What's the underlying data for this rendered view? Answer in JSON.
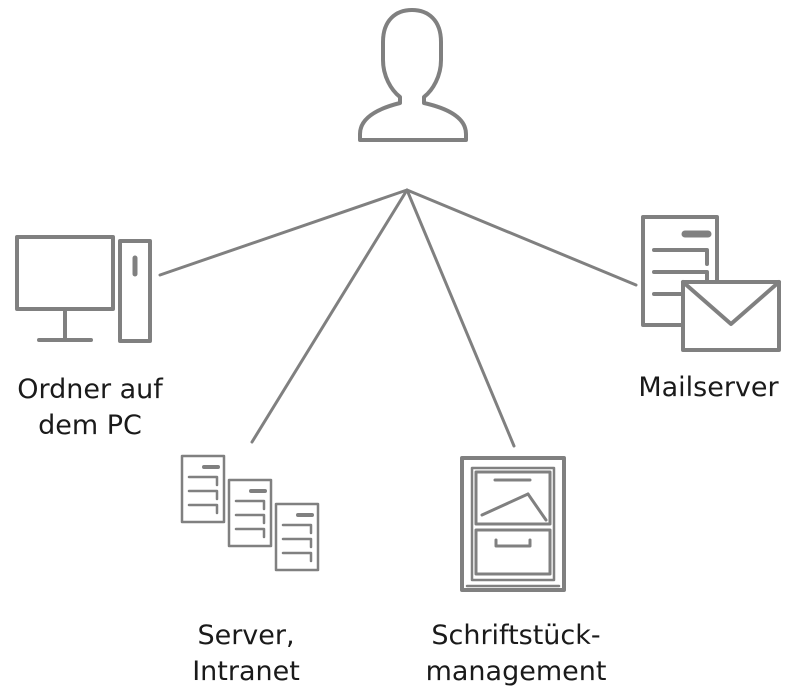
{
  "diagram": {
    "center_node": {
      "icon": "user-icon"
    },
    "nodes": [
      {
        "id": "pc",
        "icon": "desktop-computer-icon",
        "label_lines": [
          "Ordner auf",
          "dem PC"
        ]
      },
      {
        "id": "server",
        "icon": "server-stack-icon",
        "label_lines": [
          "Server,",
          "Intranet"
        ]
      },
      {
        "id": "docs",
        "icon": "filing-cabinet-icon",
        "label_lines": [
          "Schriftstück-",
          "management"
        ]
      },
      {
        "id": "mail",
        "icon": "mail-server-icon",
        "label_lines": [
          "Mailserver"
        ]
      }
    ],
    "colors": {
      "stroke": "#808080",
      "text": "#1a1a1a",
      "background": "#ffffff"
    }
  }
}
